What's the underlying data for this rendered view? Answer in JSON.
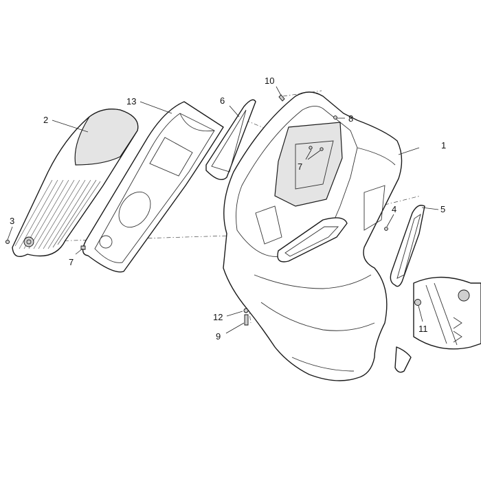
{
  "labels": {
    "l1": "1",
    "l2": "2",
    "l3": "3",
    "l4": "4",
    "l5": "5",
    "l6": "6",
    "l7a": "7",
    "l7b": "7",
    "l8": "8",
    "l9": "9",
    "l10": "10",
    "l11": "11",
    "l12": "12",
    "l13": "13"
  },
  "colors": {
    "line": "#1a1a1a",
    "fill": "#ffffff",
    "shade": "#e4e4e4"
  }
}
